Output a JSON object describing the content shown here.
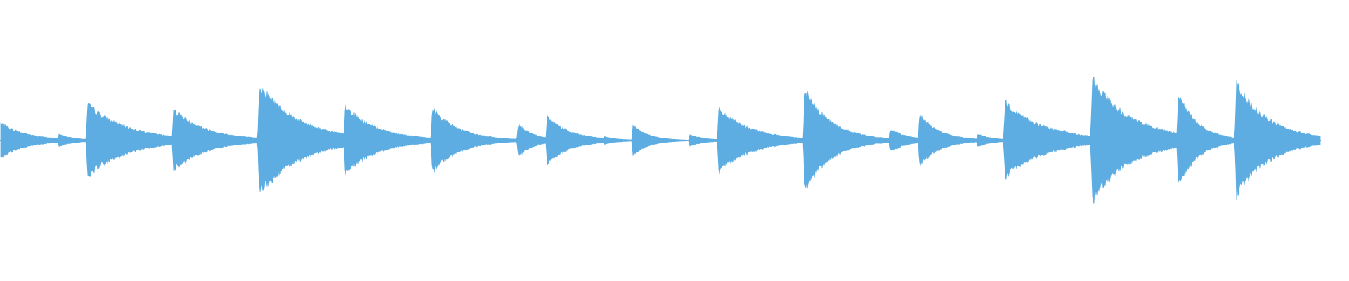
{
  "waveform": {
    "color": "#5dade2",
    "background": "#ffffff",
    "duration_fraction": 0.98,
    "events": [
      {
        "t": 0.0,
        "amp": 0.28,
        "decay": 0.02
      },
      {
        "t": 0.044,
        "amp": 0.1,
        "decay": 0.012
      },
      {
        "t": 0.066,
        "amp": 0.58,
        "decay": 0.03
      },
      {
        "t": 0.11,
        "amp": 0.07,
        "decay": 0.012
      },
      {
        "t": 0.131,
        "amp": 0.5,
        "decay": 0.025
      },
      {
        "t": 0.175,
        "amp": 0.06,
        "decay": 0.012
      },
      {
        "t": 0.196,
        "amp": 0.9,
        "decay": 0.03
      },
      {
        "t": 0.24,
        "amp": 0.07,
        "decay": 0.012
      },
      {
        "t": 0.261,
        "amp": 0.54,
        "decay": 0.025
      },
      {
        "t": 0.305,
        "amp": 0.07,
        "decay": 0.012
      },
      {
        "t": 0.327,
        "amp": 0.52,
        "decay": 0.02
      },
      {
        "t": 0.37,
        "amp": 0.07,
        "decay": 0.012
      },
      {
        "t": 0.392,
        "amp": 0.26,
        "decay": 0.012
      },
      {
        "t": 0.414,
        "amp": 0.38,
        "decay": 0.018
      },
      {
        "t": 0.457,
        "amp": 0.06,
        "decay": 0.012
      },
      {
        "t": 0.479,
        "amp": 0.24,
        "decay": 0.012
      },
      {
        "t": 0.522,
        "amp": 0.09,
        "decay": 0.012
      },
      {
        "t": 0.544,
        "amp": 0.5,
        "decay": 0.025
      },
      {
        "t": 0.588,
        "amp": 0.07,
        "decay": 0.012
      },
      {
        "t": 0.609,
        "amp": 0.82,
        "decay": 0.02
      },
      {
        "t": 0.653,
        "amp": 0.1,
        "decay": 0.012
      },
      {
        "t": 0.674,
        "amp": 0.18,
        "decay": 0.014
      },
      {
        "t": 0.696,
        "amp": 0.42,
        "decay": 0.015
      },
      {
        "t": 0.74,
        "amp": 0.1,
        "decay": 0.012
      },
      {
        "t": 0.761,
        "amp": 0.6,
        "decay": 0.03
      },
      {
        "t": 0.805,
        "amp": 0.17,
        "decay": 0.012
      },
      {
        "t": 0.827,
        "amp": 0.98,
        "decay": 0.03
      },
      {
        "t": 0.849,
        "amp": 0.1,
        "decay": 0.012
      },
      {
        "t": 0.871,
        "amp": 0.12,
        "decay": 0.012
      },
      {
        "t": 0.892,
        "amp": 0.75,
        "decay": 0.015
      },
      {
        "t": 0.936,
        "amp": 0.9,
        "decay": 0.025
      },
      {
        "t": 0.958,
        "amp": 0.05,
        "decay": 0.006
      },
      {
        "t": 0.965,
        "amp": 0.04,
        "decay": 0.006
      }
    ]
  }
}
